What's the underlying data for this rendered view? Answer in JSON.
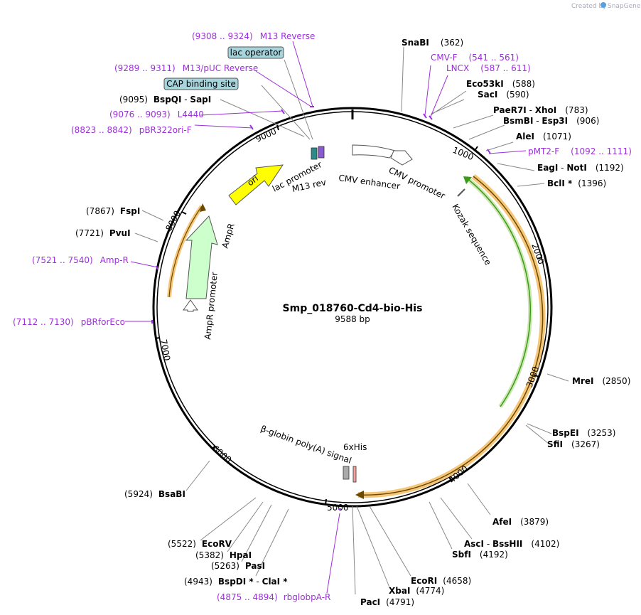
{
  "credit": "Created by",
  "brand": "SnapGene",
  "plasmid": {
    "name": "Smp_018760-Cd4-bio-His",
    "size": "9588 bp"
  },
  "colors": {
    "primer": "#9b30d9",
    "ori": "#ffff00",
    "ampr": "#ccffcc",
    "orf": "#f6c77a",
    "green": "#3a9a1a"
  },
  "ticks": [
    "1000",
    "2000",
    "3000",
    "4000",
    "5000",
    "6000",
    "7000",
    "8000",
    "9000"
  ],
  "enzymes": [
    {
      "name": "SnaBI",
      "pos": "(362)"
    },
    {
      "name": "Eco53kI",
      "pos": "(588)"
    },
    {
      "name": "SacI",
      "pos": "(590)"
    },
    {
      "name": "PaeR7I",
      "sep": " - ",
      "name2": "XhoI",
      "pos": "(783)"
    },
    {
      "name": "BsmBI",
      "sep": " - ",
      "name2": "Esp3I",
      "pos": "(906)"
    },
    {
      "name": "AleI",
      "pos": "(1071)"
    },
    {
      "name": "EagI",
      "sep": " - ",
      "name2": "NotI",
      "pos": "(1192)"
    },
    {
      "name": "BclI *",
      "pos": "(1396)"
    },
    {
      "name": "MreI",
      "pos": "(2850)"
    },
    {
      "name": "BspEI",
      "pos": "(3253)"
    },
    {
      "name": "SfiI",
      "pos": "(3267)"
    },
    {
      "name": "AfeI",
      "pos": "(3879)"
    },
    {
      "name": "AscI",
      "sep": " - ",
      "name2": "BssHII",
      "pos": "(4102)"
    },
    {
      "name": "SbfI",
      "pos": "(4192)"
    },
    {
      "name": "EcoRI",
      "pos": "(4658)"
    },
    {
      "name": "XbaI",
      "pos": "(4774)"
    },
    {
      "name": "PacI",
      "pos": "(4791)"
    },
    {
      "name": "BspDI *",
      "sep": " - ",
      "name2": "ClaI *",
      "pos": "(4943)"
    },
    {
      "name": "PasI",
      "pos": "(5263)"
    },
    {
      "name": "HpaI",
      "pos": "(5382)"
    },
    {
      "name": "EcoRV",
      "pos": "(5522)"
    },
    {
      "name": "BsaBI",
      "pos": "(5924)"
    },
    {
      "name": "PvuI",
      "pos": "(7721)"
    },
    {
      "name": "FspI",
      "pos": "(7867)"
    },
    {
      "name": "BspQI",
      "sep": " - ",
      "name2": "SapI",
      "pos": "(9095)"
    }
  ],
  "primers": [
    {
      "name": "CMV-F",
      "range": "(541 .. 561)"
    },
    {
      "name": "LNCX",
      "range": "(587 .. 611)"
    },
    {
      "name": "pMT2-F",
      "range": "(1092 .. 1111)"
    },
    {
      "name": "rbglobpA-R",
      "range": "(4875 .. 4894)"
    },
    {
      "name": "pBRforEco",
      "range": "(7112 .. 7130)"
    },
    {
      "name": "Amp-R",
      "range": "(7521 .. 7540)"
    },
    {
      "name": "pBR322ori-F",
      "range": "(8823 .. 8842)"
    },
    {
      "name": "L4440",
      "range": "(9076 .. 9093)"
    },
    {
      "name": "M13/pUC Reverse",
      "range": "(9289 .. 9311)"
    },
    {
      "name": "M13 Reverse",
      "range": "(9308 .. 9324)"
    }
  ],
  "boxed": [
    "lac operator",
    "CAP binding site"
  ],
  "features": {
    "cmv_enhancer": "CMV enhancer",
    "cmv_promoter": "CMV promoter",
    "kozak": "Kozak sequence",
    "lac_promoter": "lac promoter",
    "m13_rev": "M13 rev",
    "ori": "ori",
    "ampr": "AmpR",
    "ampr_promoter": "AmpR promoter",
    "polyA": "β-globin poly(A) signal",
    "his": "6xHis"
  }
}
